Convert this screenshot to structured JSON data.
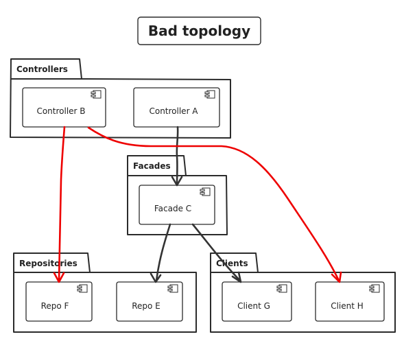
{
  "title": "Bad topology",
  "colors": {
    "ok_edge": "#333333",
    "bad_edge": "#ee0000",
    "outline": "#2b2b2b"
  },
  "packages": {
    "controllers": {
      "label": "Controllers"
    },
    "facades": {
      "label": "Facades"
    },
    "repositories": {
      "label": "Repositories"
    },
    "clients": {
      "label": "Clients"
    }
  },
  "components": {
    "controller_b": {
      "label": "Controller B",
      "icon": "component-icon"
    },
    "controller_a": {
      "label": "Controller A",
      "icon": "component-icon"
    },
    "facade_c": {
      "label": "Facade C",
      "icon": "component-icon"
    },
    "repo_f": {
      "label": "Repo F",
      "icon": "component-icon"
    },
    "repo_e": {
      "label": "Repo E",
      "icon": "component-icon"
    },
    "client_g": {
      "label": "Client G",
      "icon": "component-icon"
    },
    "client_h": {
      "label": "Client H",
      "icon": "component-icon"
    }
  },
  "edges": [
    {
      "from": "Controller A",
      "to": "Facade C",
      "style": "ok"
    },
    {
      "from": "Facade C",
      "to": "Repo E",
      "style": "ok"
    },
    {
      "from": "Facade C",
      "to": "Client G",
      "style": "ok"
    },
    {
      "from": "Controller B",
      "to": "Repo F",
      "style": "bad"
    },
    {
      "from": "Controller B",
      "to": "Client H",
      "style": "bad"
    }
  ]
}
